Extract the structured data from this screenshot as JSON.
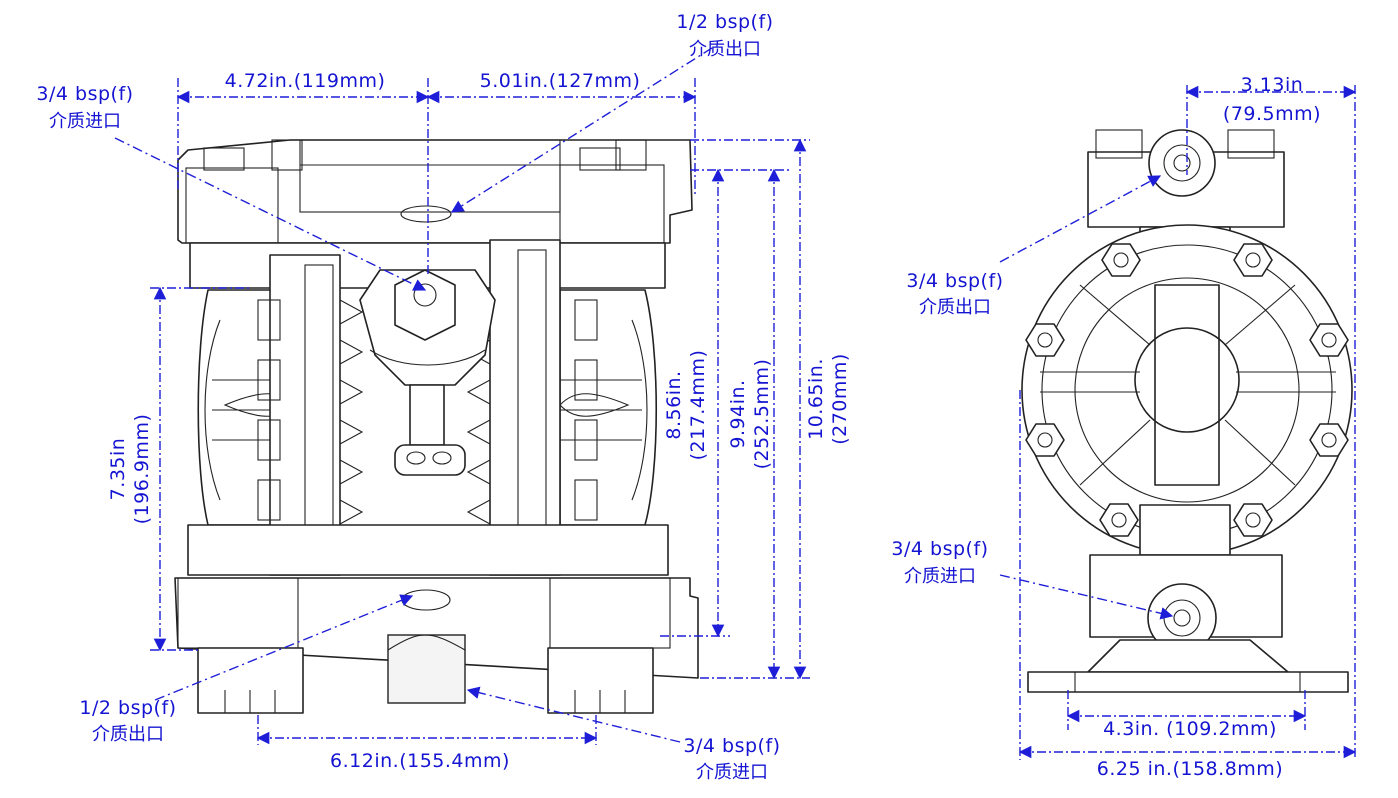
{
  "colors": {
    "dimension": "#1414d2",
    "outline": "#222222",
    "background": "#ffffff"
  },
  "front_view": {
    "dims": {
      "left_top_width": "4.72in.(119mm)",
      "right_top_width": "5.01in.(127mm)",
      "bottom_width": "6.12in.(155.4mm)",
      "left_height_value": "7.35in",
      "left_height_metric": "(196.9mm)",
      "height_1_value": "8.56in.",
      "height_1_metric": "(217.4mm)",
      "height_2_value": "9.94in.",
      "height_2_metric": "(252.5mm)",
      "height_3_value": "10.65in.",
      "height_3_metric": "(270mm)"
    },
    "callouts": {
      "top_outlet_size": "1/2 bsp(f)",
      "top_outlet_label": "介质出口",
      "top_inlet_size": "3/4 bsp(f)",
      "top_inlet_label": "介质进口",
      "bottom_outlet_size": "1/2 bsp(f)",
      "bottom_outlet_label": "介质出口",
      "bottom_inlet_size": "3/4 bsp(f)",
      "bottom_inlet_label": "介质进口"
    }
  },
  "side_view": {
    "dims": {
      "top_width_value": "3.13in",
      "top_width_metric": "(79.5mm)",
      "base_width": "4.3in. (109.2mm)",
      "overall_width": "6.25 in.(158.8mm)"
    },
    "callouts": {
      "outlet_size": "3/4 bsp(f)",
      "outlet_label": "介质出口",
      "inlet_size": "3/4 bsp(f)",
      "inlet_label": "介质进口"
    }
  }
}
